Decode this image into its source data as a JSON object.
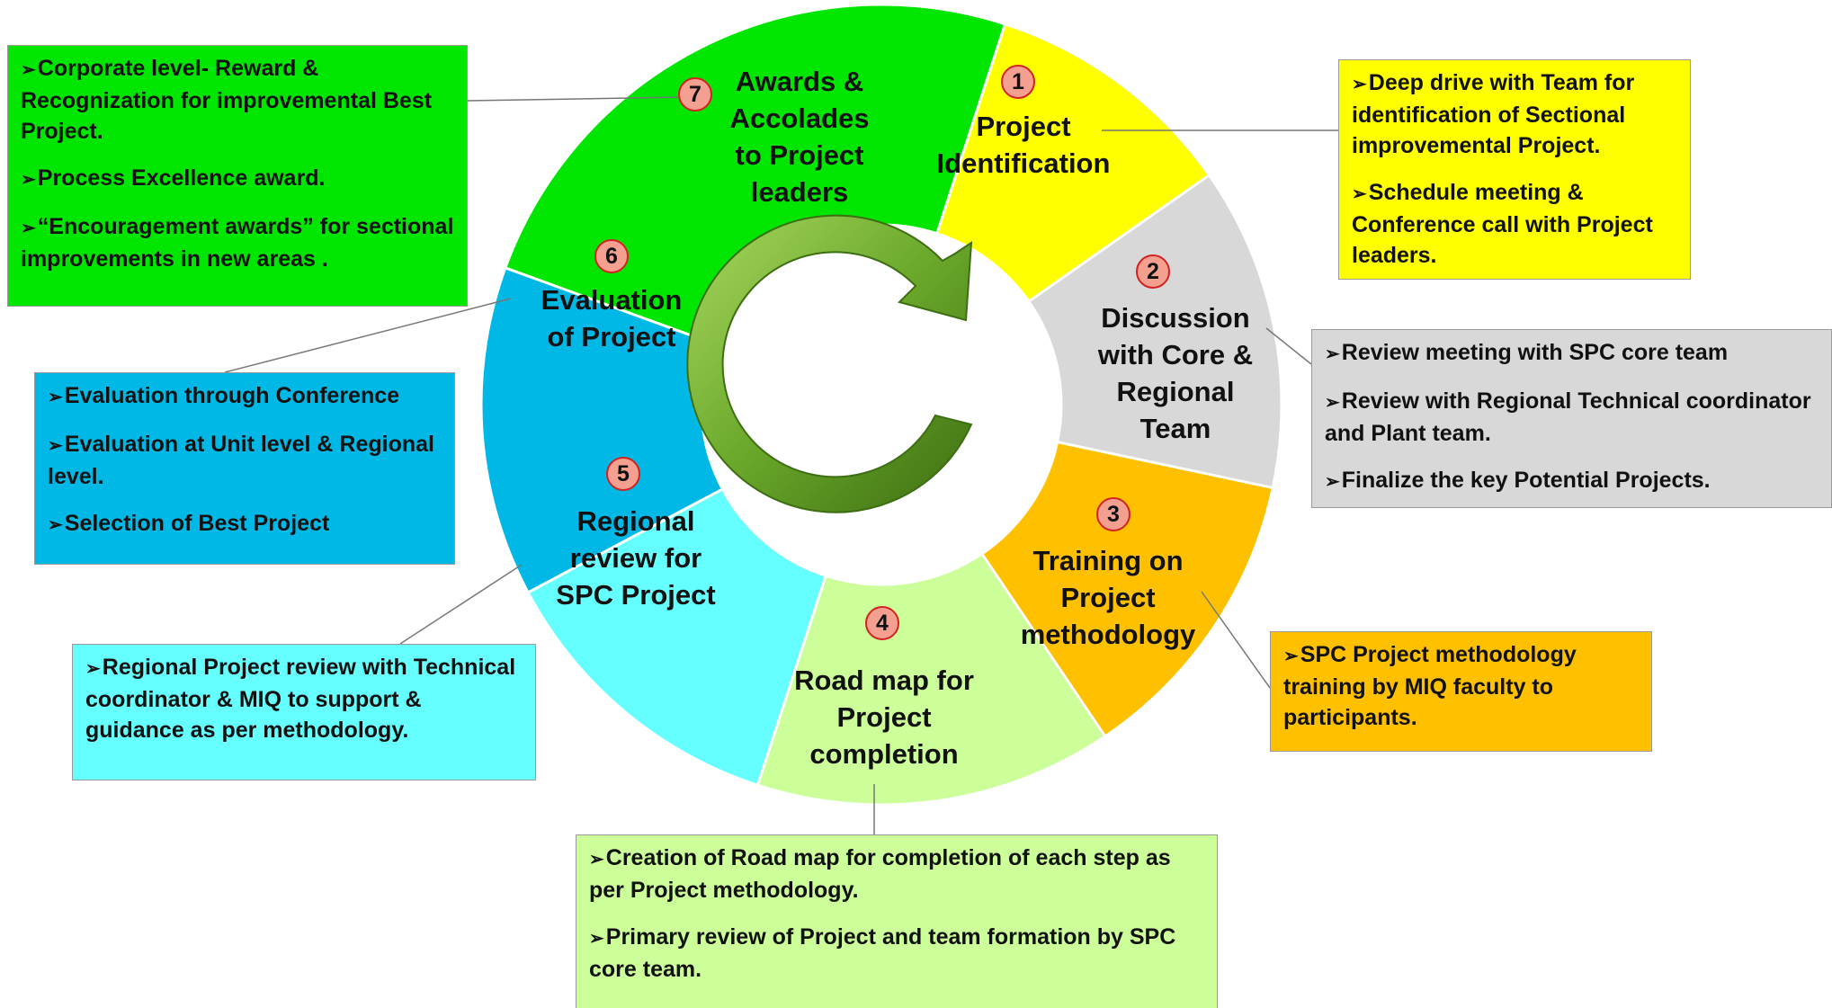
{
  "steps": [
    {
      "number": "1",
      "title": "Project\nIdentification",
      "color": "#ffff00"
    },
    {
      "number": "2",
      "title": "Discussion\nwith Core &\nRegional\nTeam",
      "color": "#d8d8d8"
    },
    {
      "number": "3",
      "title": "Training on\nProject\nmethodology",
      "color": "#ffc000"
    },
    {
      "number": "4",
      "title": "Road map for\nProject\ncompletion",
      "color": "#ccff99"
    },
    {
      "number": "5",
      "title": "Regional\nreview  for\nSPC Project",
      "color": "#66ffff"
    },
    {
      "number": "6",
      "title": "Evaluation\nof Project",
      "color": "#00b8e6"
    },
    {
      "number": "7",
      "title": "Awards &\nAccolades\nto Project\nleaders",
      "color": "#00e600"
    }
  ],
  "notes": {
    "n1": {
      "color": "#ffff00",
      "items": [
        "Deep drive with Team for identification of  Sectional improvemental Project.",
        "Schedule  meeting & Conference call with Project leaders."
      ]
    },
    "n2": {
      "color": "#d8d8d8",
      "items": [
        "Review meeting with SPC core team",
        "Review with Regional  Technical coordinator and  Plant team.",
        "Finalize the  key Potential Projects."
      ]
    },
    "n3": {
      "color": "#ffc000",
      "items": [
        "SPC Project methodology training by MIQ faculty to participants."
      ]
    },
    "n4": {
      "color": "#ccff99",
      "items": [
        "Creation of Road map for completion of each step as per Project methodology.",
        "Primary review of Project  and team formation by SPC core team."
      ]
    },
    "n5": {
      "color": "#66ffff",
      "items": [
        "Regional  Project review  with Technical coordinator  & MIQ  to support & guidance as per methodology."
      ]
    },
    "n6": {
      "color": "#00b8e6",
      "items": [
        "Evaluation through Conference",
        "Evaluation at Unit level & Regional level.",
        "Selection of Best Project"
      ]
    },
    "n7": {
      "color": "#00e600",
      "items": [
        "Corporate level- Reward & Recognization for improvemental Best Project.",
        "Process Excellence award.",
        "“Encouragement awards” for sectional improvements in new areas ."
      ]
    }
  },
  "center_icon": "circular-arrow-icon",
  "colors": {
    "badge_fill": "#f4a090",
    "badge_border": "#d42121",
    "arrow": "#5f9a1c"
  }
}
